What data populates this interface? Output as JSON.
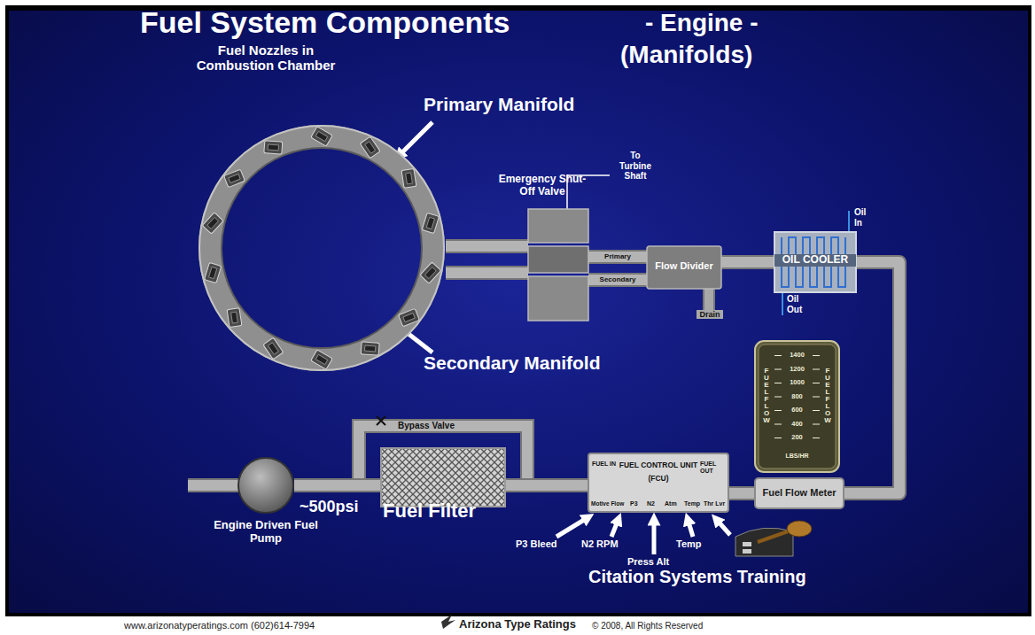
{
  "diagram": {
    "title": "Fuel System Components",
    "nodes": [
      {
        "text": [
          "Fuel Nozzles in Combustion Chamber"
        ]
      },
      {
        "text": [
          "Emergency Shut-Off Valve"
        ]
      },
      {
        "text": [
          "Flow Divider"
        ]
      },
      {
        "text": [
          "OIL COOLER"
        ]
      },
      {
        "text": [
          "FUEL FLOW",
          "1400",
          "1200",
          "1000",
          "800",
          "600",
          "400",
          "200",
          "LBS/HR",
          "FUEL FLOW"
        ]
      },
      {
        "text": [
          "Engine Driven Fuel Pump"
        ]
      },
      {
        "text": [
          "Fuel Filter"
        ]
      },
      {
        "text": [
          "FUEL IN",
          "FUEL CONTROL UNIT",
          "(FCU)",
          "FUEL OUT",
          "Motive Flow",
          "P3",
          "N2",
          "Atm",
          "Temp",
          "Thr Lvr"
        ]
      },
      {
        "text": [
          "Fuel Flow Meter"
        ]
      }
    ],
    "edges": [
      {
        "from": 5,
        "to": 6,
        "arrow": "none"
      },
      {
        "from": 6,
        "to": 7,
        "arrow": "none"
      },
      {
        "from": 7,
        "to": 8,
        "arrow": "none"
      },
      {
        "from": 8,
        "to": 3,
        "arrow": "none"
      },
      {
        "from": 3,
        "to": 2,
        "arrow": "none"
      },
      {
        "from": 2,
        "to": 1,
        "label": "Primary",
        "arrow": "none"
      },
      {
        "from": 2,
        "to": 1,
        "label": "Secondary",
        "arrow": "none"
      },
      {
        "from": 1,
        "to": 0,
        "arrow": "none"
      },
      {
        "from": 1,
        "to": 0,
        "arrow": "none"
      }
    ],
    "labels": [
      "- Engine -",
      "(Manifolds)",
      "Primary Manifold",
      "Secondary Manifold",
      "To Turbine Shaft",
      "Drain",
      "Oil In",
      "Oil Out",
      "Bypass Valve",
      "~500psi",
      "P3 Bleed",
      "N2 RPM",
      "Press Alt",
      "Temp",
      "Citation Systems Training",
      "www.arizonatyperatings.com  (602)614-7994",
      "Arizona Type Ratings",
      "© 2008, All Rights Reserved"
    ]
  }
}
